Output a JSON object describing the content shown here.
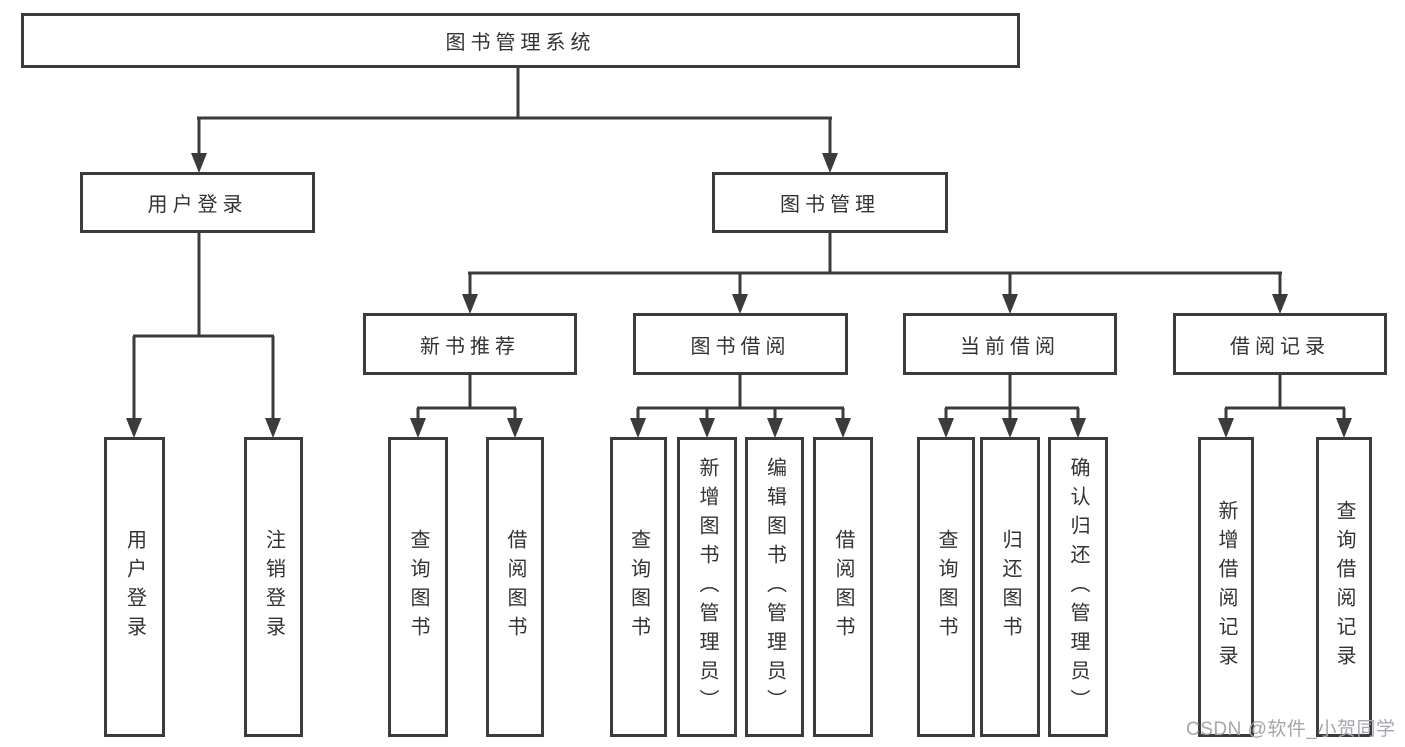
{
  "diagram_title": "图书管理系统",
  "tree": {
    "label": "图书管理系统",
    "children": [
      {
        "label": "用户登录",
        "children": [
          {
            "label": "用户登录"
          },
          {
            "label": "注销登录"
          }
        ]
      },
      {
        "label": "图书管理",
        "children": [
          {
            "label": "新书推荐",
            "children": [
              {
                "label": "查询图书"
              },
              {
                "label": "借阅图书"
              }
            ]
          },
          {
            "label": "图书借阅",
            "children": [
              {
                "label": "查询图书"
              },
              {
                "label": "新增图书（管理员）"
              },
              {
                "label": "编辑图书（管理员）"
              },
              {
                "label": "借阅图书"
              }
            ]
          },
          {
            "label": "当前借阅",
            "children": [
              {
                "label": "查询图书"
              },
              {
                "label": "归还图书"
              },
              {
                "label": "确认归还（管理员）"
              }
            ]
          },
          {
            "label": "借阅记录",
            "children": [
              {
                "label": "新增借阅记录"
              },
              {
                "label": "查询借阅记录"
              }
            ]
          }
        ]
      }
    ]
  },
  "watermark": {
    "text": "CSDN @软件_小贺同学"
  },
  "colors": {
    "background": "#ffffff",
    "line": "#3b3b3b",
    "box_border": "#3b3b3b",
    "box_fill": "#ffffff",
    "text": "#333333",
    "watermark_text": "#a6a6ac"
  }
}
